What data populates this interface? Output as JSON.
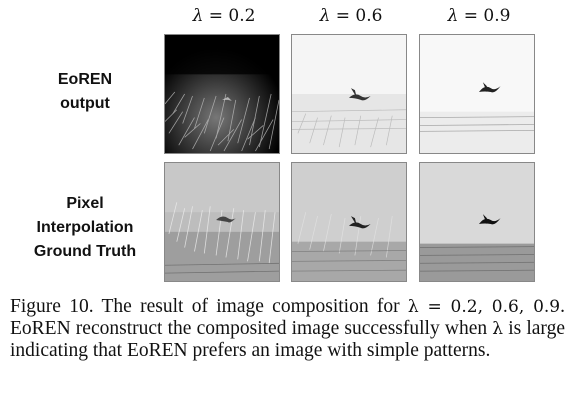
{
  "columns": [
    {
      "symbol": "λ",
      "rest": " = 0.2"
    },
    {
      "symbol": "λ",
      "rest": " = 0.6"
    },
    {
      "symbol": "λ",
      "rest": " = 0.9"
    }
  ],
  "rows": [
    {
      "label_lines": [
        "EoREN",
        "output"
      ]
    },
    {
      "label_lines": [
        "Pixel",
        "Interpolation",
        "Ground Truth"
      ]
    }
  ],
  "caption": {
    "part1": "Figure 10. The result of image composition for ",
    "math1": "λ = 0.2, 0.6, 0.9",
    "part2": ". EoREN  reconstruct the composited image successfully when ",
    "math2": "λ",
    "part3": " is large indicating that EoREN  prefers an image with simple patterns."
  }
}
